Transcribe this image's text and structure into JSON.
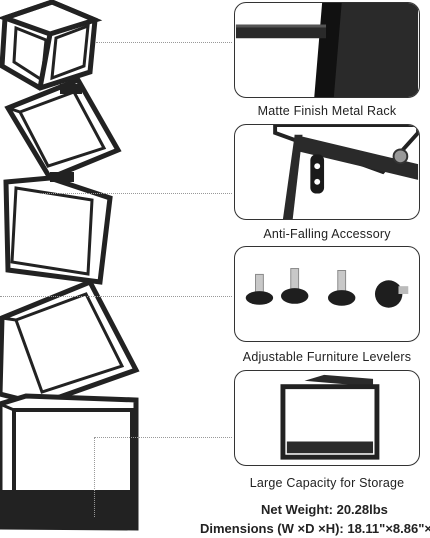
{
  "features": [
    {
      "icon": "metal-rack-icon",
      "caption": "Matte Finish Metal Rack"
    },
    {
      "icon": "anti-falling-bracket-icon",
      "caption": "Anti-Falling Accessory"
    },
    {
      "icon": "furniture-leveler-icon",
      "caption": "Adjustable Furniture Levelers"
    },
    {
      "icon": "storage-cube-icon",
      "caption": "Large Capacity for Storage"
    }
  ],
  "specs": {
    "net_weight": "Net Weight: 20.28lbs",
    "dimensions": "Dimensions (W ×D ×H): 18.11\"×8.86\"×"
  },
  "colors": {
    "metal": "#2a2a2a",
    "frame": "#333333",
    "leader": "#999999"
  }
}
